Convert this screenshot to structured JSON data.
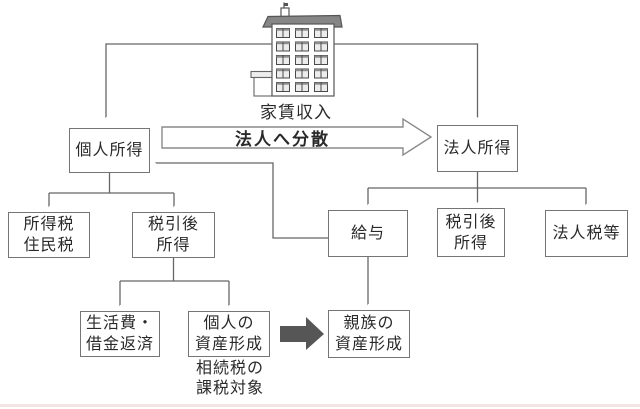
{
  "diagram": {
    "building_label": "家賃収入",
    "flow_arrow_label": "法人へ分散",
    "nodes": {
      "personal_income": "個人所得",
      "corporate_income": "法人所得",
      "income_resident_tax": "所得税\n住民税",
      "after_tax_income_left": "税引後\n所得",
      "living_expense_debt": "生活費・\n借金返済",
      "personal_asset_formation": "個人の\n資産形成",
      "salary": "給与",
      "after_tax_income_right": "税引後\n所得",
      "corporate_tax": "法人税等",
      "family_asset_formation": "親族の\n資産形成"
    },
    "inheritance_caption": "相続税の\n課税対象",
    "colors": {
      "connector_line": "#666666",
      "box_border": "#757575",
      "text": "#2a2a2a",
      "outline_arrow_stroke": "#8a8a8a",
      "solid_arrow_fill": "#565656",
      "roof_fill": "#868686"
    }
  }
}
